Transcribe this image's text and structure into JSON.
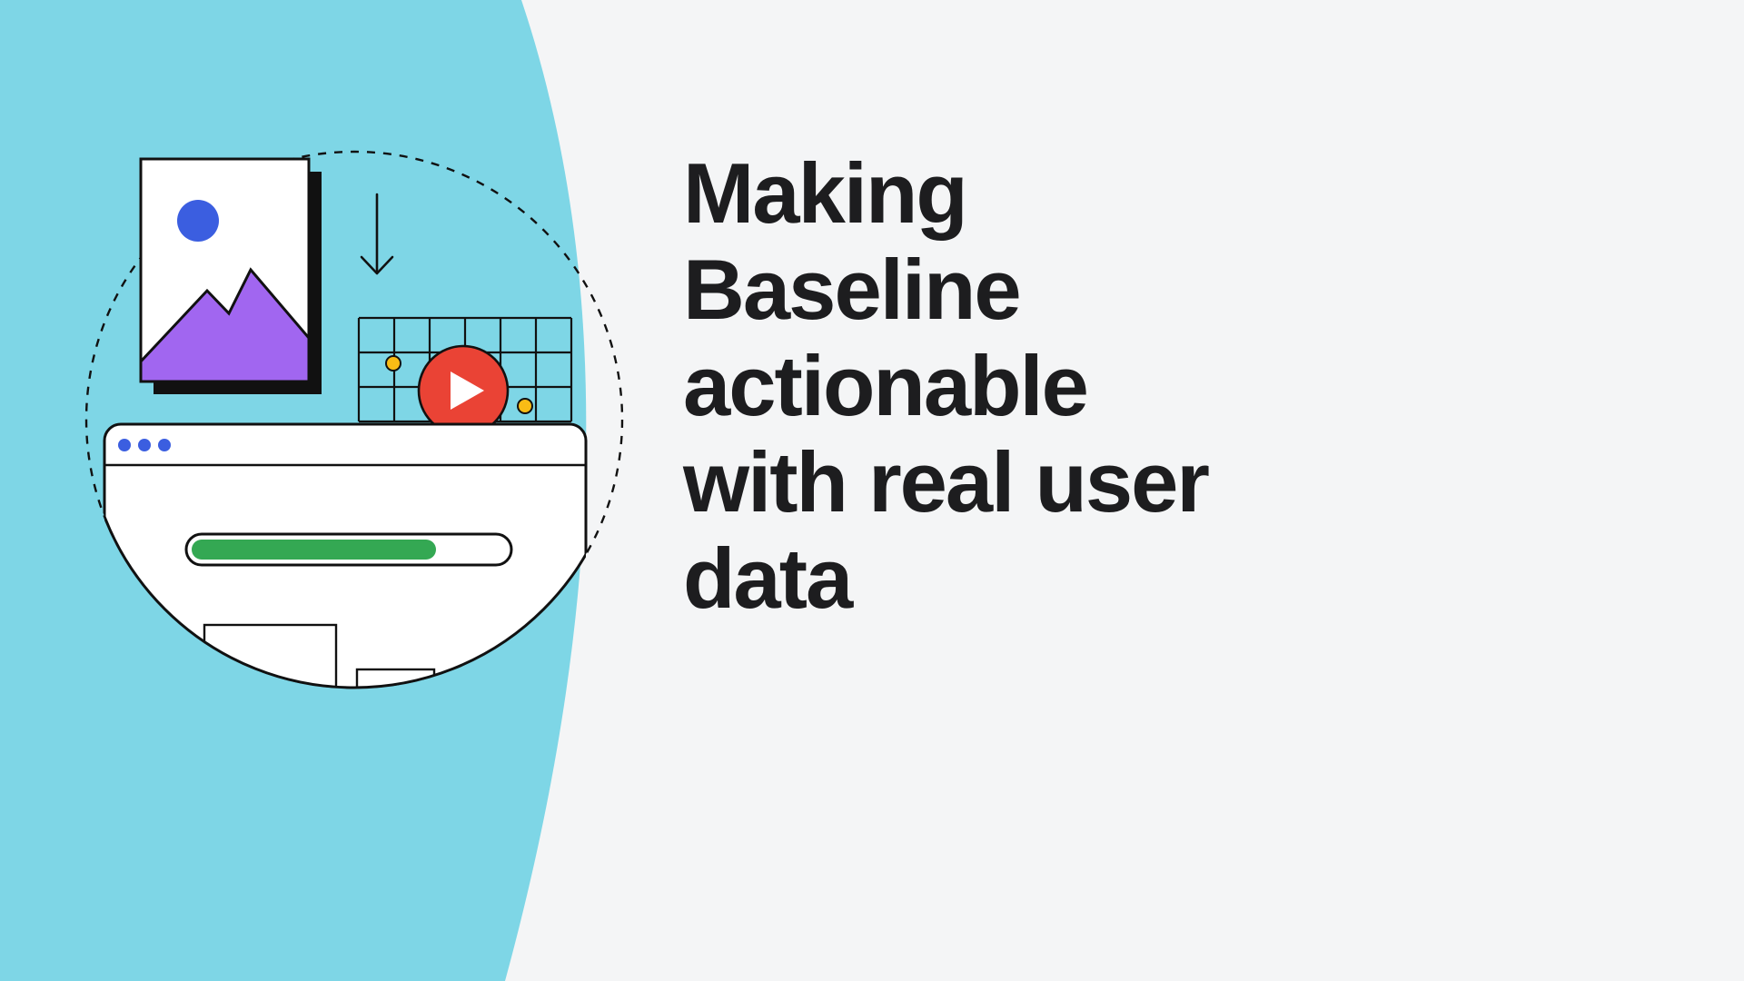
{
  "hero": {
    "title_lines": [
      "Making",
      "Baseline",
      "actionable",
      "with real user",
      "data"
    ]
  },
  "colors": {
    "page_background": "#f4f5f6",
    "cyan": "#7ed6e6",
    "outline": "#111111",
    "white": "#ffffff",
    "blue": "#3b5ee0",
    "purple": "#a166f0",
    "red": "#ea4335",
    "green": "#34a853",
    "yellow": "#f9bc15",
    "text": "#1d1d1f"
  }
}
